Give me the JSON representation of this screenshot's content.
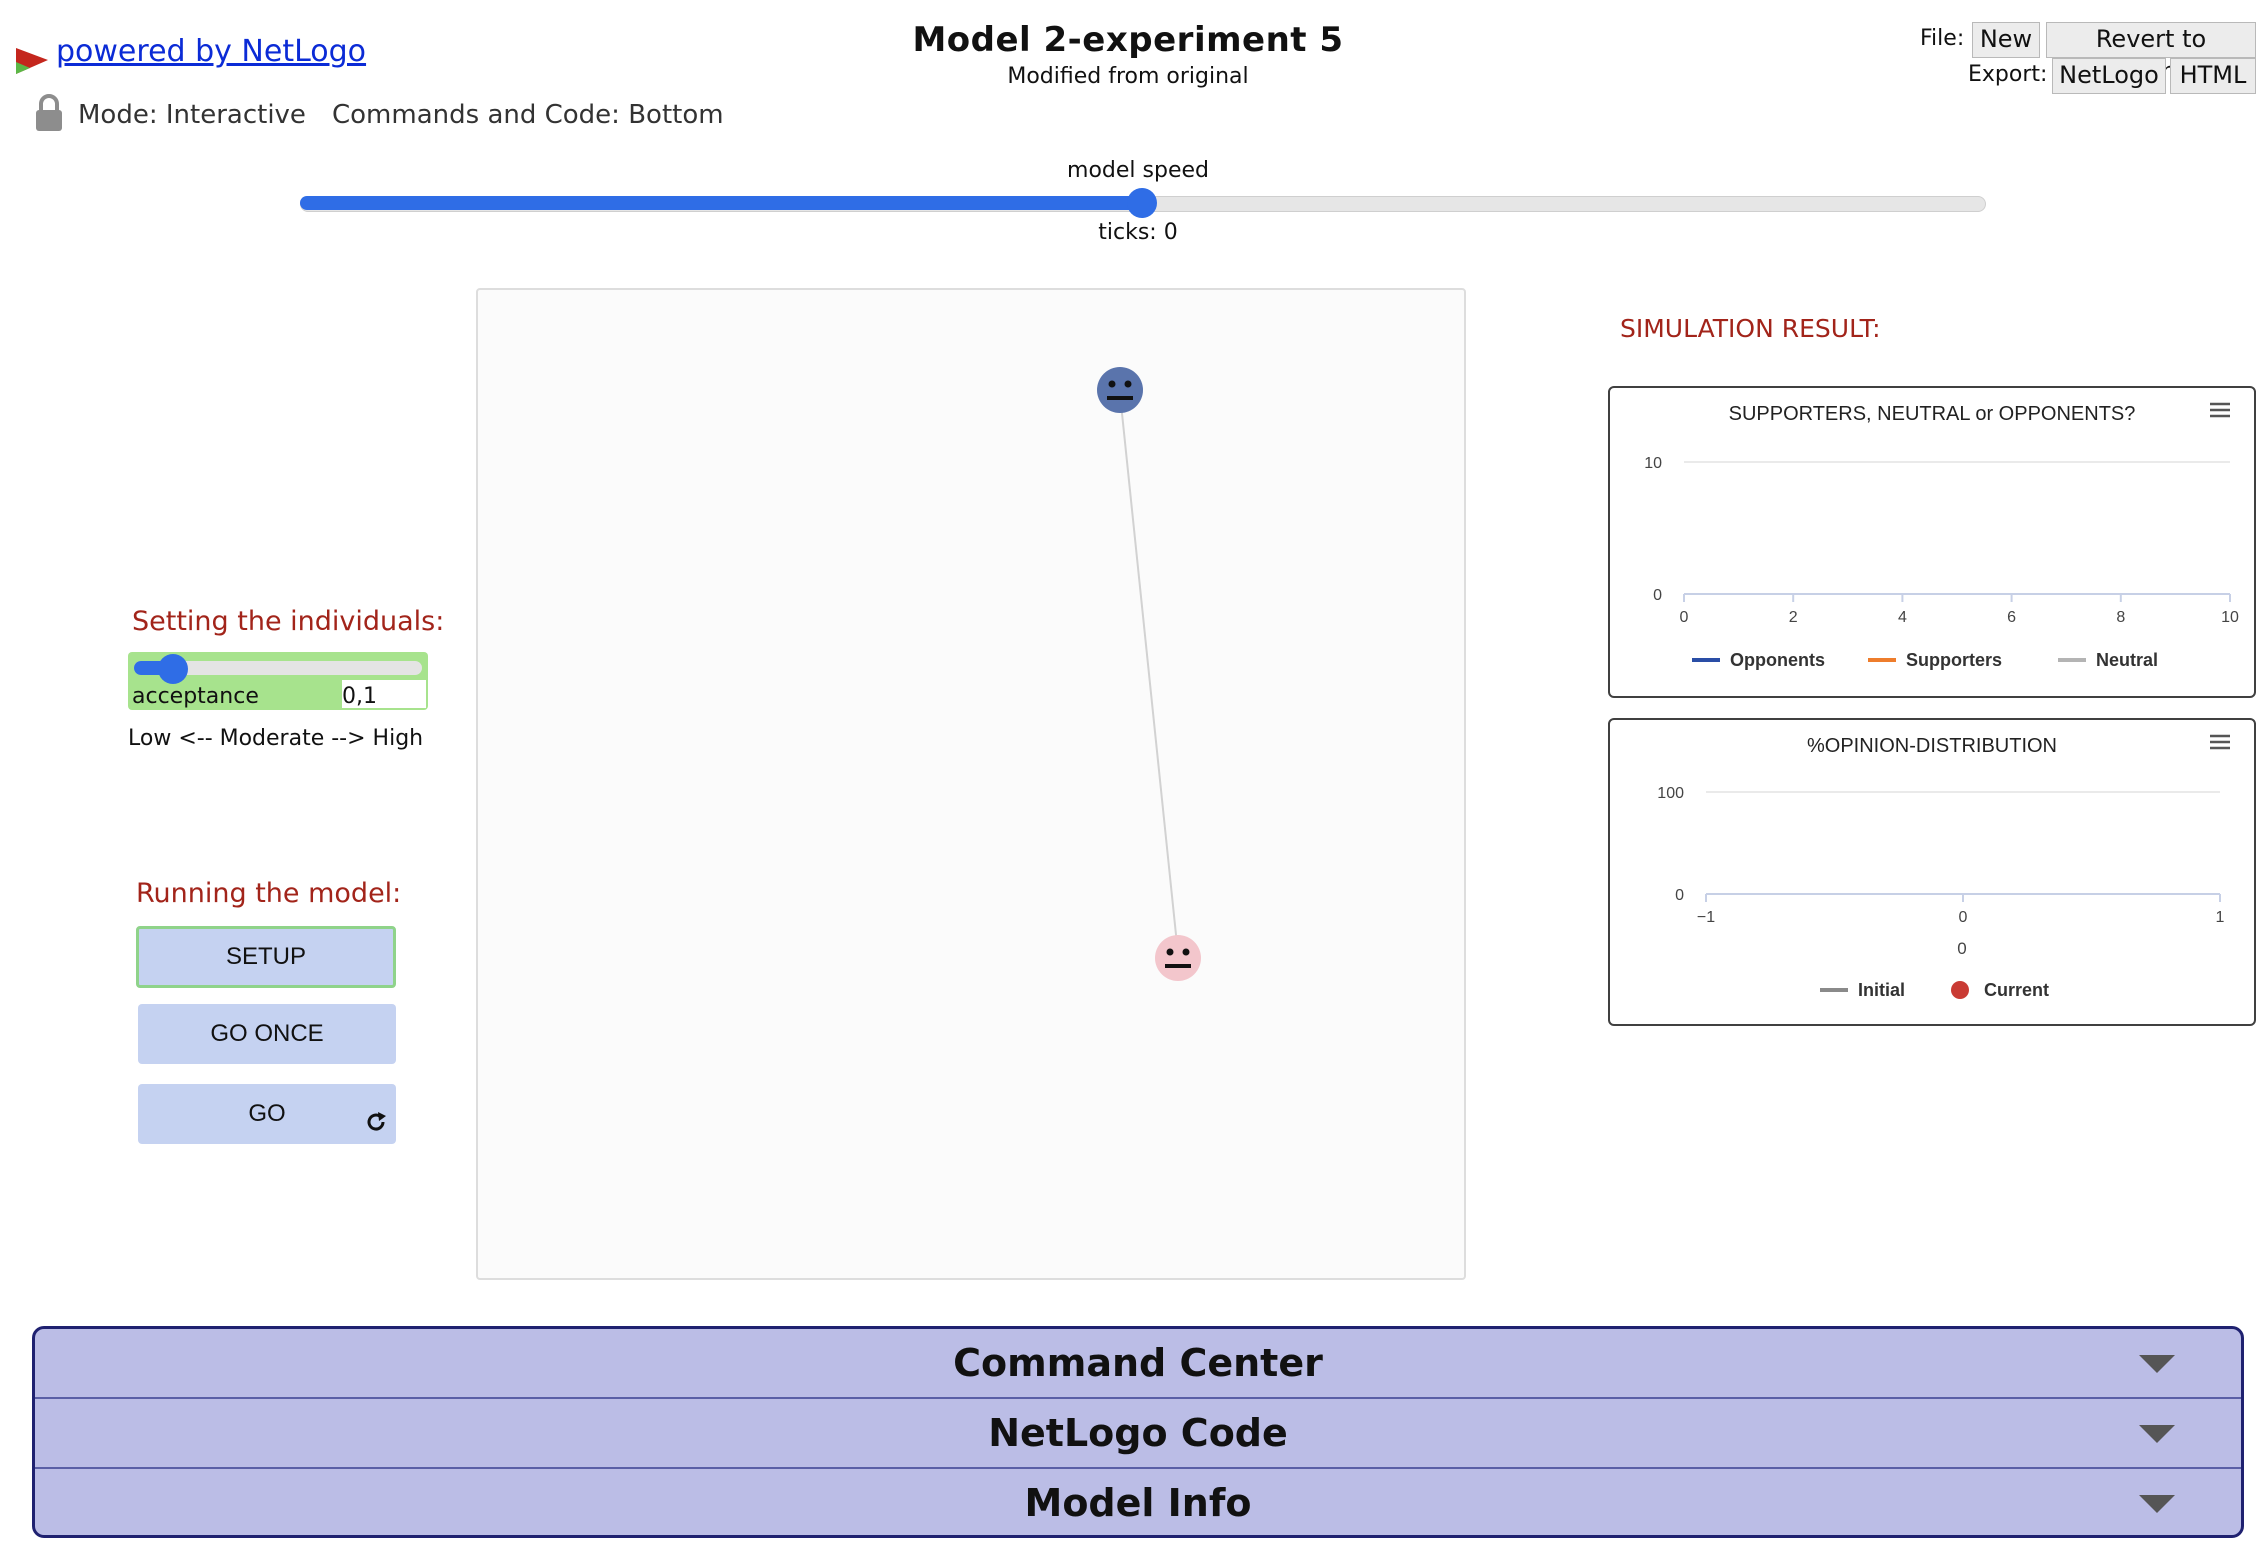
{
  "header": {
    "powered_by": "powered by NetLogo",
    "title": "Model 2-experiment 5",
    "subtitle": "Modified from original",
    "mode": "Mode: Interactive",
    "commands_position": "Commands and Code: Bottom",
    "file_label": "File:",
    "export_label": "Export:",
    "buttons": {
      "new": "New",
      "revert": "Revert to Original",
      "netlogo": "NetLogo",
      "html": "HTML"
    }
  },
  "speed": {
    "label": "model speed",
    "value": 0.5,
    "ticks": "ticks: 0"
  },
  "left_panel": {
    "setting_title": "Setting the individuals:",
    "acceptance": {
      "label": "acceptance",
      "value": "0,1",
      "level": 0.1
    },
    "acceptance_note": "Low <-- Moderate --> High",
    "running_title": "Running the model:",
    "setup": "SETUP",
    "go_once": "GO ONCE",
    "go": "GO"
  },
  "world": {
    "turtles": [
      {
        "color": "#5a74ac",
        "face": "neutral"
      },
      {
        "color": "#f3c6cc",
        "face": "neutral"
      }
    ],
    "link_color": "#d2d2d2"
  },
  "right_panel": {
    "result_title": "SIMULATION RESULT:"
  },
  "chart_data": [
    {
      "type": "line",
      "title": "SUPPORTERS, NEUTRAL or OPPONENTS?",
      "xlim": [
        0,
        10
      ],
      "ylim": [
        0,
        10
      ],
      "x_ticks": [
        "0",
        "2",
        "4",
        "6",
        "8",
        "10"
      ],
      "y_ticks": [
        "0",
        "10"
      ],
      "series": [
        {
          "name": "Opponents",
          "color": "#2a4ea6",
          "values": []
        },
        {
          "name": "Supporters",
          "color": "#ee7d2c",
          "values": []
        },
        {
          "name": "Neutral",
          "color": "#b4b4b4",
          "values": []
        }
      ],
      "legend": "bottom"
    },
    {
      "type": "scatter",
      "title": "%OPINION-DISTRIBUTION",
      "xlim": [
        -1,
        1
      ],
      "ylim": [
        0,
        100
      ],
      "x_ticks": [
        "−1",
        "0",
        "1"
      ],
      "y_ticks": [
        "0",
        "100"
      ],
      "xlabel": "0",
      "series": [
        {
          "name": "Initial",
          "color": "#8a8a8a",
          "marker": "line",
          "values": []
        },
        {
          "name": "Current",
          "color": "#c93b34",
          "marker": "dot",
          "values": []
        }
      ],
      "legend": "bottom"
    }
  ],
  "panels": [
    "Command Center",
    "NetLogo Code",
    "Model Info"
  ]
}
